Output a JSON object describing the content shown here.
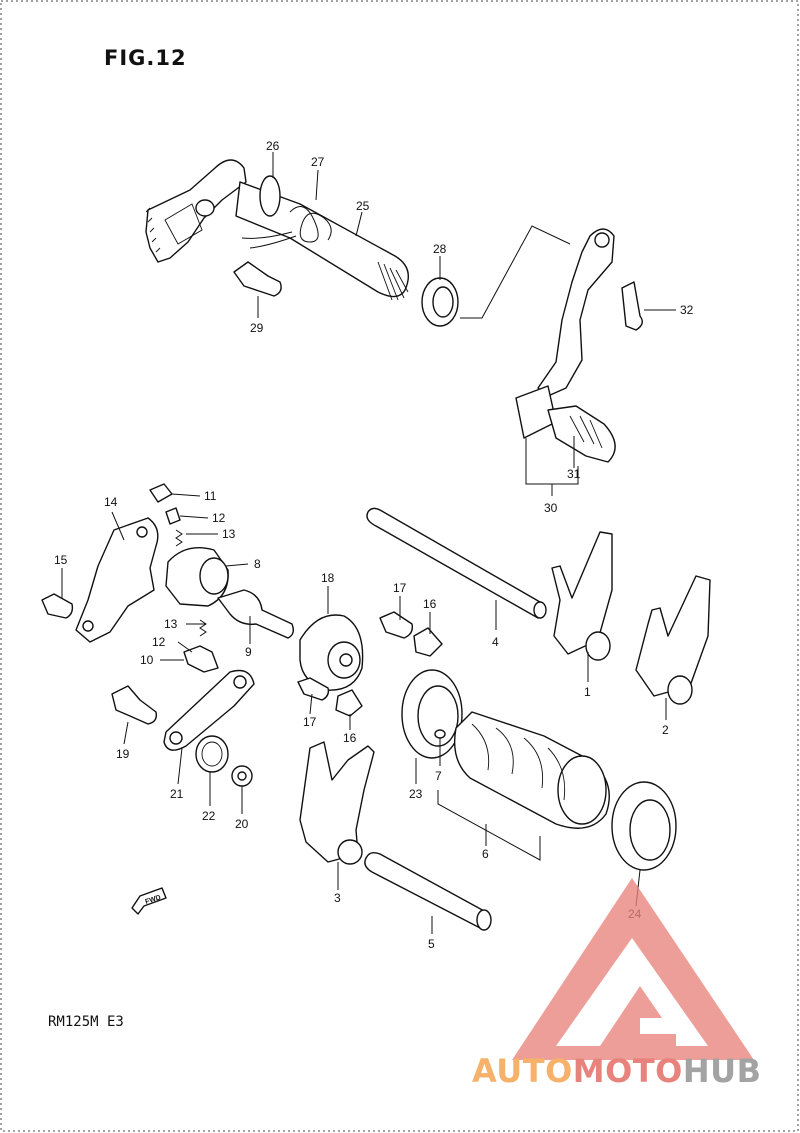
{
  "figure": {
    "title": "FIG.12",
    "model": "RM125M E3"
  },
  "labels": {
    "p1": "1",
    "p2": "2",
    "p3": "3",
    "p4": "4",
    "p5": "5",
    "p6": "6",
    "p7": "7",
    "p8": "8",
    "p9": "9",
    "p10": "10",
    "p11": "11",
    "p12a": "12",
    "p12b": "12",
    "p13a": "13",
    "p13b": "13",
    "p14": "14",
    "p15": "15",
    "p16a": "16",
    "p16b": "16",
    "p17a": "17",
    "p17b": "17",
    "p18": "18",
    "p19": "19",
    "p20": "20",
    "p21": "21",
    "p22": "22",
    "p23": "23",
    "p24": "24",
    "p25": "25",
    "p26": "26",
    "p27": "27",
    "p28": "28",
    "p29": "29",
    "p30": "30",
    "p31": "31",
    "p32": "32"
  },
  "fwd_marker": "FWD",
  "watermark": {
    "part1": "AUTO",
    "part2": "MOTO",
    "part3": "HUB",
    "colors": [
      "#f6b26b",
      "#e8827c",
      "#a3a3a3"
    ]
  }
}
